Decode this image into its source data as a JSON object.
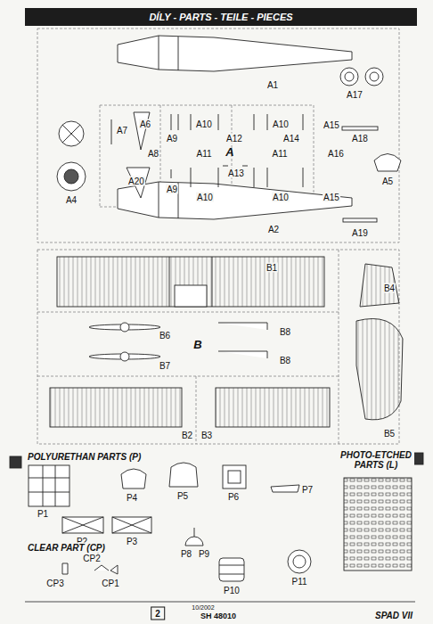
{
  "diagram": {
    "title": "DÍLY - PARTS - TEILE - PIECES",
    "labels": [
      "A1",
      "A17",
      "A7",
      "A6",
      "A10",
      "A10",
      "A15",
      "A9",
      "A12",
      "A14",
      "A18",
      "A8",
      "A11",
      "A",
      "A11",
      "A16",
      "A13",
      "A20",
      "A9",
      "A5",
      "A4",
      "A10",
      "A10",
      "A15",
      "A19",
      "A2",
      "B1",
      "B4",
      "B6",
      "B8",
      "B",
      "B7",
      "B8",
      "B5",
      "B2",
      "B3",
      "POLYURETHAN PARTS (P)",
      "PHOTO-ETCHED PARTS (L)",
      "P1",
      "P2",
      "P3",
      "P4",
      "P5",
      "P6",
      "P7",
      "CLEAR PART (CP)",
      "CP2",
      "P8",
      "P9",
      "CP3",
      "CP1",
      "P10",
      "P11",
      "2",
      "10/2002",
      "SH 48010",
      "SPAD VII"
    ]
  }
}
